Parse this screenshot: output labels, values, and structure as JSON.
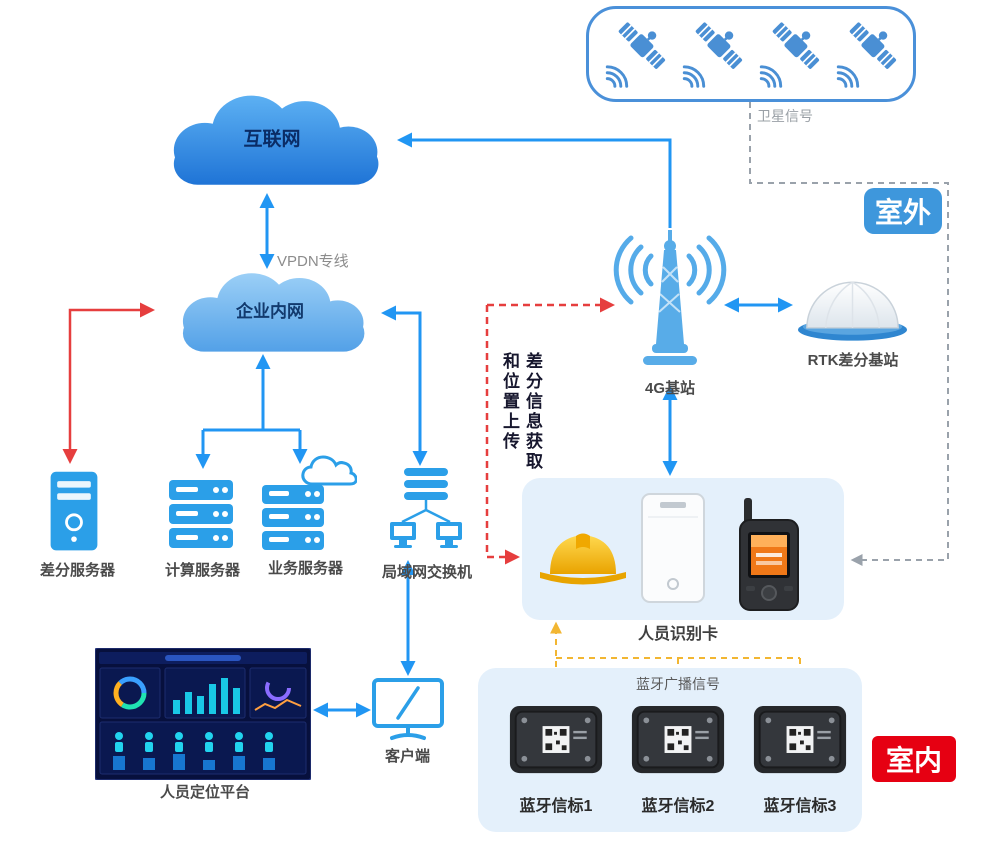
{
  "badges": {
    "outdoor": "室外",
    "indoor": "室内"
  },
  "clouds": {
    "internet": "互联网",
    "intranet": "企业内网"
  },
  "connections": {
    "vpdn": "VPDN专线",
    "satellite_signal": "卫星信号",
    "bluetooth_broadcast": "蓝牙广播信号",
    "vertical_note_col1": "差分信息获取",
    "vertical_note_col2": "和位置上传"
  },
  "nodes": {
    "base_4g": "4G基站",
    "rtk_station": "RTK差分基站",
    "diff_server": "差分服务器",
    "compute_server": "计算服务器",
    "business_server": "业务服务器",
    "lan_switch": "局域网交换机",
    "person_card": "人员识别卡",
    "client": "客户端",
    "platform": "人员定位平台"
  },
  "beacons": [
    {
      "label": "蓝牙信标1"
    },
    {
      "label": "蓝牙信标2"
    },
    {
      "label": "蓝牙信标3"
    }
  ],
  "colors": {
    "arrow_blue": "#2196f3",
    "arrow_red": "#e63e3e",
    "dashed_grey": "#9aa2ab",
    "dashed_yellow": "#f2b632",
    "outdoor_badge": "#3e97dc",
    "indoor_badge": "#e60012",
    "panel_blue": "#e4f0fb",
    "icon_blue": "#2b9fe8",
    "helmet_yellow": "#f5b700"
  }
}
